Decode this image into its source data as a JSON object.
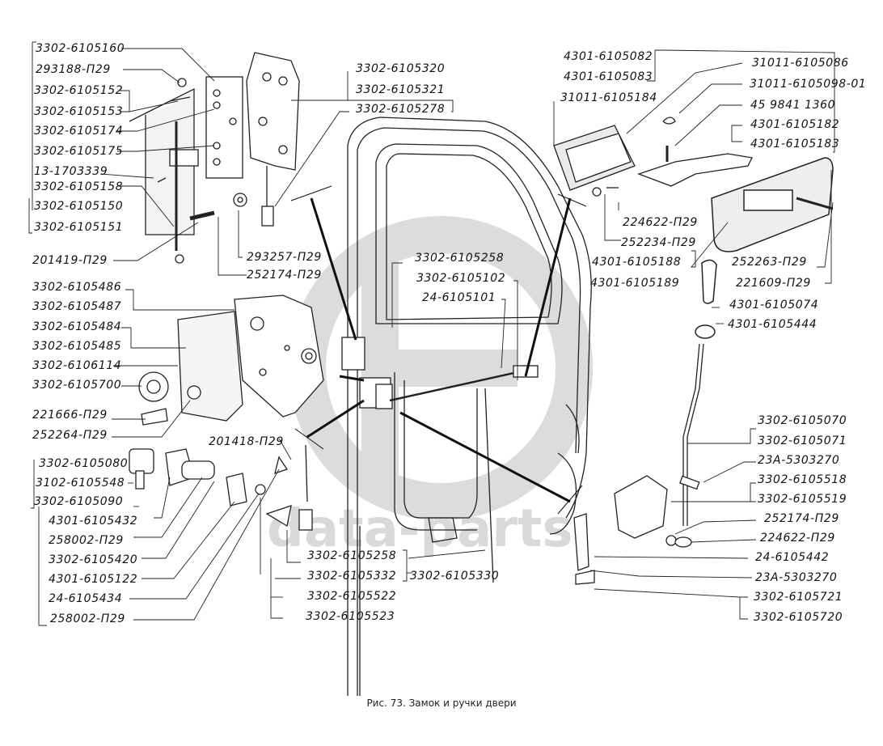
{
  "caption": "Рис. 73. Замок и ручки двери",
  "watermark": {
    "text": "data-parts",
    "color": "#d6d6d6"
  },
  "colors": {
    "ink": "#1a1a1a",
    "paper": "#ffffff",
    "watermark": "#d6d6d6"
  },
  "labels": {
    "l_6105160": "3302-6105160",
    "l_293188": "293188-П29",
    "l_6105152": "3302-6105152",
    "l_6105153": "3302-6105153",
    "l_6105174": "3302-6105174",
    "l_6105175": "3302-6105175",
    "l_1703339": "13-1703339",
    "l_6105158": "3302-6105158",
    "l_6105150": "3302-6105150",
    "l_6105151": "3302-6105151",
    "l_201419": "201419-П29",
    "l_6105320": "3302-6105320",
    "l_6105321": "3302-6105321",
    "l_6105278": "3302-6105278",
    "l_293257": "293257-П29",
    "l_252174a": "252174-П29",
    "l_4301_6105082": "4301-6105082",
    "l_4301_6105083": "4301-6105083",
    "l_31011_6105184": "31011-6105184",
    "l_31011_6105086": "31011-6105086",
    "l_31011_6105098": "31011-6105098-01",
    "l_459841": "45 9841 1360",
    "l_4301_6105182": "4301-6105182",
    "l_4301_6105183": "4301-6105183",
    "l_224622a": "224622-П29",
    "l_252234": "252234-П29",
    "l_4301_6105188": "4301-6105188",
    "l_4301_6105189": "4301-6105189",
    "l_252263": "252263-П29",
    "l_221609": "221609-П29",
    "l_4301_6105074": "4301-6105074",
    "l_4301_6105444": "4301-6105444",
    "l_6105258a": "3302-6105258",
    "l_6105102": "3302-6105102",
    "l_24_6105101": "24-6105101",
    "l_6105486": "3302-6105486",
    "l_6105487": "3302-6105487",
    "l_6105484": "3302-6105484",
    "l_6105485": "3302-6105485",
    "l_6106114": "3302-6106114",
    "l_6105700": "3302-6105700",
    "l_221666": "221666-П29",
    "l_252264": "252264-П29",
    "l_201418": "201418-П29",
    "l_6105080": "3302-6105080",
    "l_3102_6105548": "3102-6105548",
    "l_6105090": "3302-6105090",
    "l_4301_6105432": "4301-6105432",
    "l_258002a": "258002-П29",
    "l_6105420": "3302-6105420",
    "l_4301_6105122": "4301-6105122",
    "l_24_6105434": "24-6105434",
    "l_258002b": "258002-П29",
    "l_6105258b": "3302-6105258",
    "l_6105332": "3302-6105332",
    "l_6105330": "3302-6105330",
    "l_6105522": "3302-6105522",
    "l_6105523": "3302-6105523",
    "l_6105070": "3302-6105070",
    "l_6105071": "3302-6105071",
    "l_23A_5303270a": "23А-5303270",
    "l_6105518": "3302-6105518",
    "l_6105519": "3302-6105519",
    "l_252174b": "252174-П29",
    "l_224622b": "224622-П29",
    "l_24_6105442": "24-6105442",
    "l_23A_5303270b": "23А-5303270",
    "l_6105721": "3302-6105721",
    "l_6105720": "3302-6105720"
  }
}
